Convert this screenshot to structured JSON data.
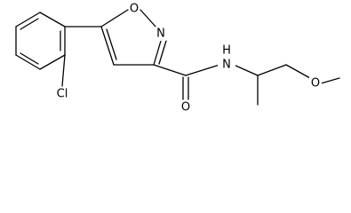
{
  "structure": {
    "atoms": {
      "ring_oxygen": "O",
      "ring_nitrogen": "N",
      "chlorine": "Cl",
      "carbonyl_oxygen": "O",
      "amide_nitrogen": "N",
      "amide_hydrogen": "H",
      "ether_oxygen": "O"
    }
  }
}
